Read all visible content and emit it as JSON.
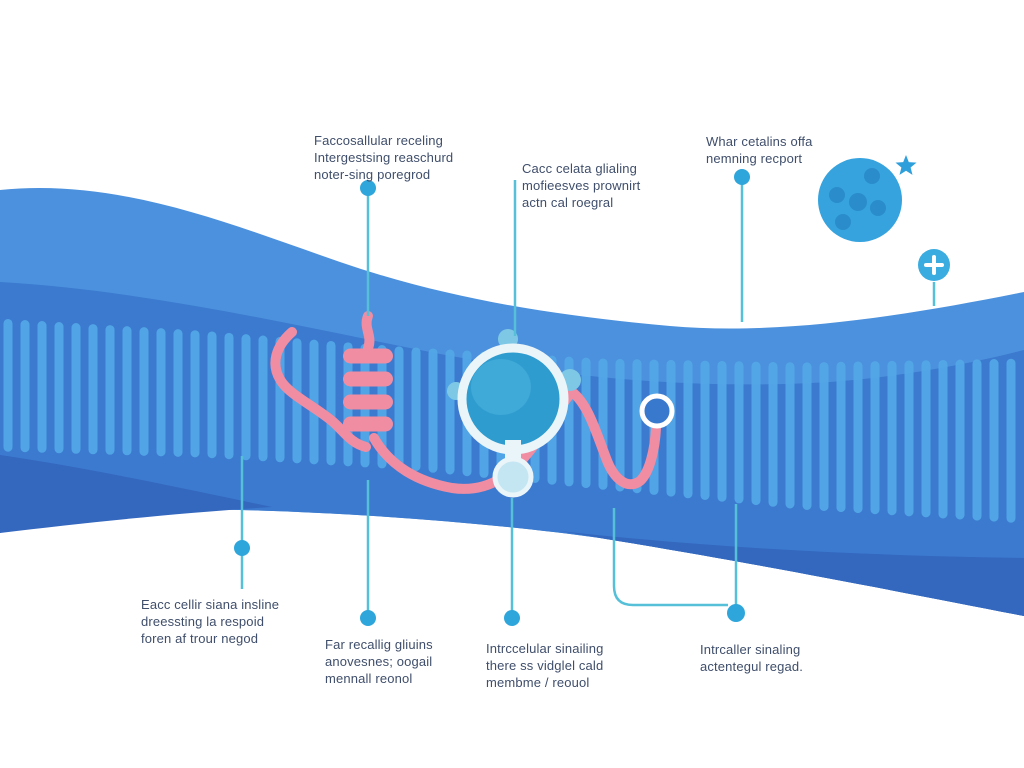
{
  "diagram": {
    "kind": "cell-membrane-signaling-illustration"
  },
  "labels": {
    "top_left": {
      "line1": "Faccosallular receling",
      "line2": "Intergestsing reaschurd",
      "line3": "noter-sing poregrod"
    },
    "top_center": {
      "line1": "Cacc celata glialing",
      "line2": "mofieesves prownirt",
      "line3": "actn cal roegral"
    },
    "top_right": {
      "line1": "Whar cetalins offa",
      "line2": "nemning recport"
    },
    "bottom_left": {
      "line1": "Eacc cellir siana insline",
      "line2": "dreessting la respoid",
      "line3": "foren af trour negod"
    },
    "bottom_mid_left": {
      "line1": "Far recallig gliuins",
      "line2": "anovesnes; oogail",
      "line3": "mennall reonol"
    },
    "bottom_center": {
      "line1": "Intrccelular sinailing",
      "line2": "there ss vidglel cald",
      "line3": "membme / reouol"
    },
    "bottom_right": {
      "line1": "Intrcaller sinaling",
      "line2": "actentegul regad."
    }
  },
  "icons": {
    "vesicle": "sphere-with-dots-icon",
    "sparkle": "star-icon",
    "add_badge": "plus-circle-icon",
    "receptor": "ring-receptor-icon",
    "helix": "pink-helix-bars-icon"
  },
  "colors": {
    "background": "#FFFFFF",
    "membrane_highlight": "#4C91DD",
    "membrane_main": "#3B7ACF",
    "membrane_shadow": "#3467BE",
    "membrane_stripe": "#54A9E8",
    "receptor_pink": "#F08DA3",
    "ring_white": "#EAF5F9",
    "receptor_fill": "#2E9CCF",
    "receptor_fill_light": "#3FA9D8",
    "bump_teal": "#7EC8E6",
    "bulb_fill": "#C4E6F3",
    "leader_line": "#55C0D8",
    "leader_dot": "#2FA6DB",
    "sphere_blue": "#36A3DE",
    "sphere_dot": "#2A8CCB",
    "star_blue": "#2E9FDB",
    "plus_badge": "#3AACE0",
    "white": "#FFFFFF",
    "label_text": "#3F4E6B"
  }
}
